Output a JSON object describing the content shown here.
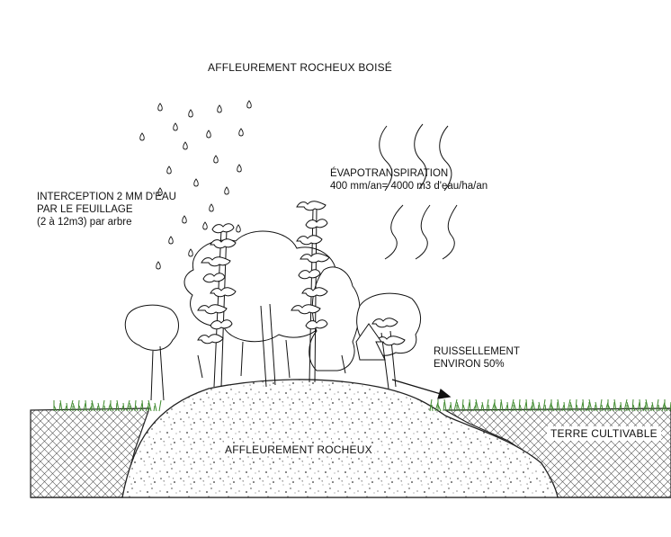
{
  "labels": {
    "title": "AFFLEUREMENT ROCHEUX BOISÉ",
    "interception_line1": "INTERCEPTION  2 MM D'EAU",
    "interception_line2": "PAR LE FEUILLAGE",
    "interception_line3": "(2 à 12m3) par arbre",
    "evapo_title": "ÉVAPOTRANSPIRATION",
    "evapo_value": "400 mm/an= 4000 m3 d'eau/ha/an",
    "runoff_line1": "RUISSELLEMENT",
    "runoff_line2": "ENVIRON 50%",
    "rock_outcrop": "AFFLEUREMENT ROCHEUX",
    "farmland": "TERRE CULTIVABLE"
  },
  "colors": {
    "ink": "#111111",
    "grass": "#3f8a2e",
    "background": "#ffffff"
  },
  "icons": [
    "raindrop-icon",
    "evaporation-wave-icon",
    "runoff-arrow-icon",
    "tree-icon",
    "grass-icon"
  ]
}
